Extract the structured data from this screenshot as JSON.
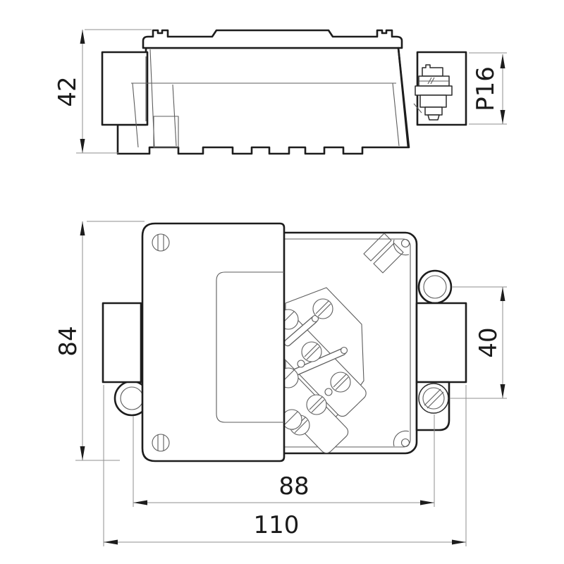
{
  "drawing": {
    "kind": "technical dimension drawing of an electrical junction box (side elevation and plan view)",
    "views": {
      "side_view": "top drawing: side elevation with cable-entry flanges and clamp screw",
      "plan_view": "bottom drawing: plan view with sliding cover, terminal block and mounting lugs"
    },
    "dims": {
      "d42": "42",
      "p16": "P16",
      "d84": "84",
      "d40": "40",
      "d88": "88",
      "d110": "110"
    },
    "colors": {
      "background": "#ffffff",
      "outline": "#1d1d1d",
      "thin_line": "#5d5d5d",
      "extension_line": "#8f8f8f",
      "text": "#1a1a1a"
    }
  }
}
